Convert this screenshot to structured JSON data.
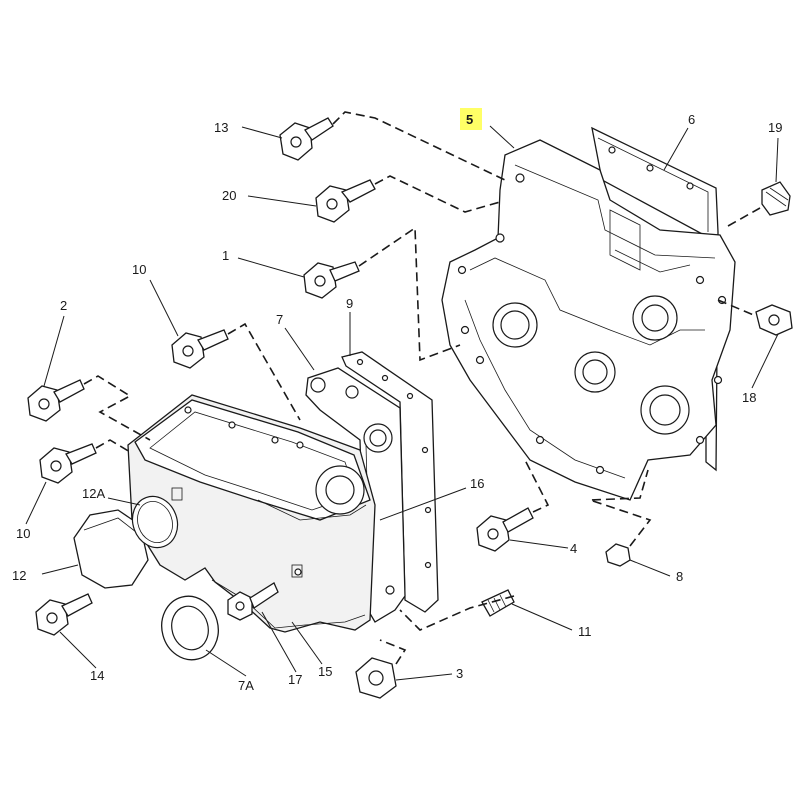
{
  "highlight_color": "#ffff66",
  "callouts": [
    {
      "id": "c13",
      "text": "13"
    },
    {
      "id": "c5",
      "text": "5",
      "highlight": true
    },
    {
      "id": "c6",
      "text": "6"
    },
    {
      "id": "c19",
      "text": "19"
    },
    {
      "id": "c20",
      "text": "20"
    },
    {
      "id": "c1",
      "text": "1"
    },
    {
      "id": "c10a",
      "text": "10"
    },
    {
      "id": "c7",
      "text": "7"
    },
    {
      "id": "c9",
      "text": "9"
    },
    {
      "id": "c2",
      "text": "2"
    },
    {
      "id": "c18",
      "text": "18"
    },
    {
      "id": "c16",
      "text": "16"
    },
    {
      "id": "c10b",
      "text": "10"
    },
    {
      "id": "c12A",
      "text": "12A"
    },
    {
      "id": "c4",
      "text": "4"
    },
    {
      "id": "c8",
      "text": "8"
    },
    {
      "id": "c12",
      "text": "12"
    },
    {
      "id": "c11",
      "text": "11"
    },
    {
      "id": "c14",
      "text": "14"
    },
    {
      "id": "c3",
      "text": "3"
    },
    {
      "id": "c7A",
      "text": "7A"
    },
    {
      "id": "c17",
      "text": "17"
    },
    {
      "id": "c15",
      "text": "15"
    }
  ]
}
